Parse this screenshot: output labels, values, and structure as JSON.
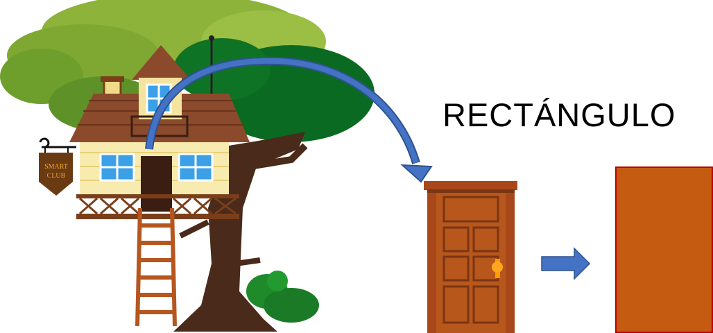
{
  "title": "RECTÁNGULO",
  "sign_text": [
    "SMART",
    "CLUB"
  ],
  "colors": {
    "arrow_blue": "#4472C4",
    "arrow_outline": "#2F528F",
    "rectangle_fill": "#C55A11",
    "rectangle_border": "#C00000",
    "door": "#B7571C",
    "door_frame": "#A8481A"
  }
}
